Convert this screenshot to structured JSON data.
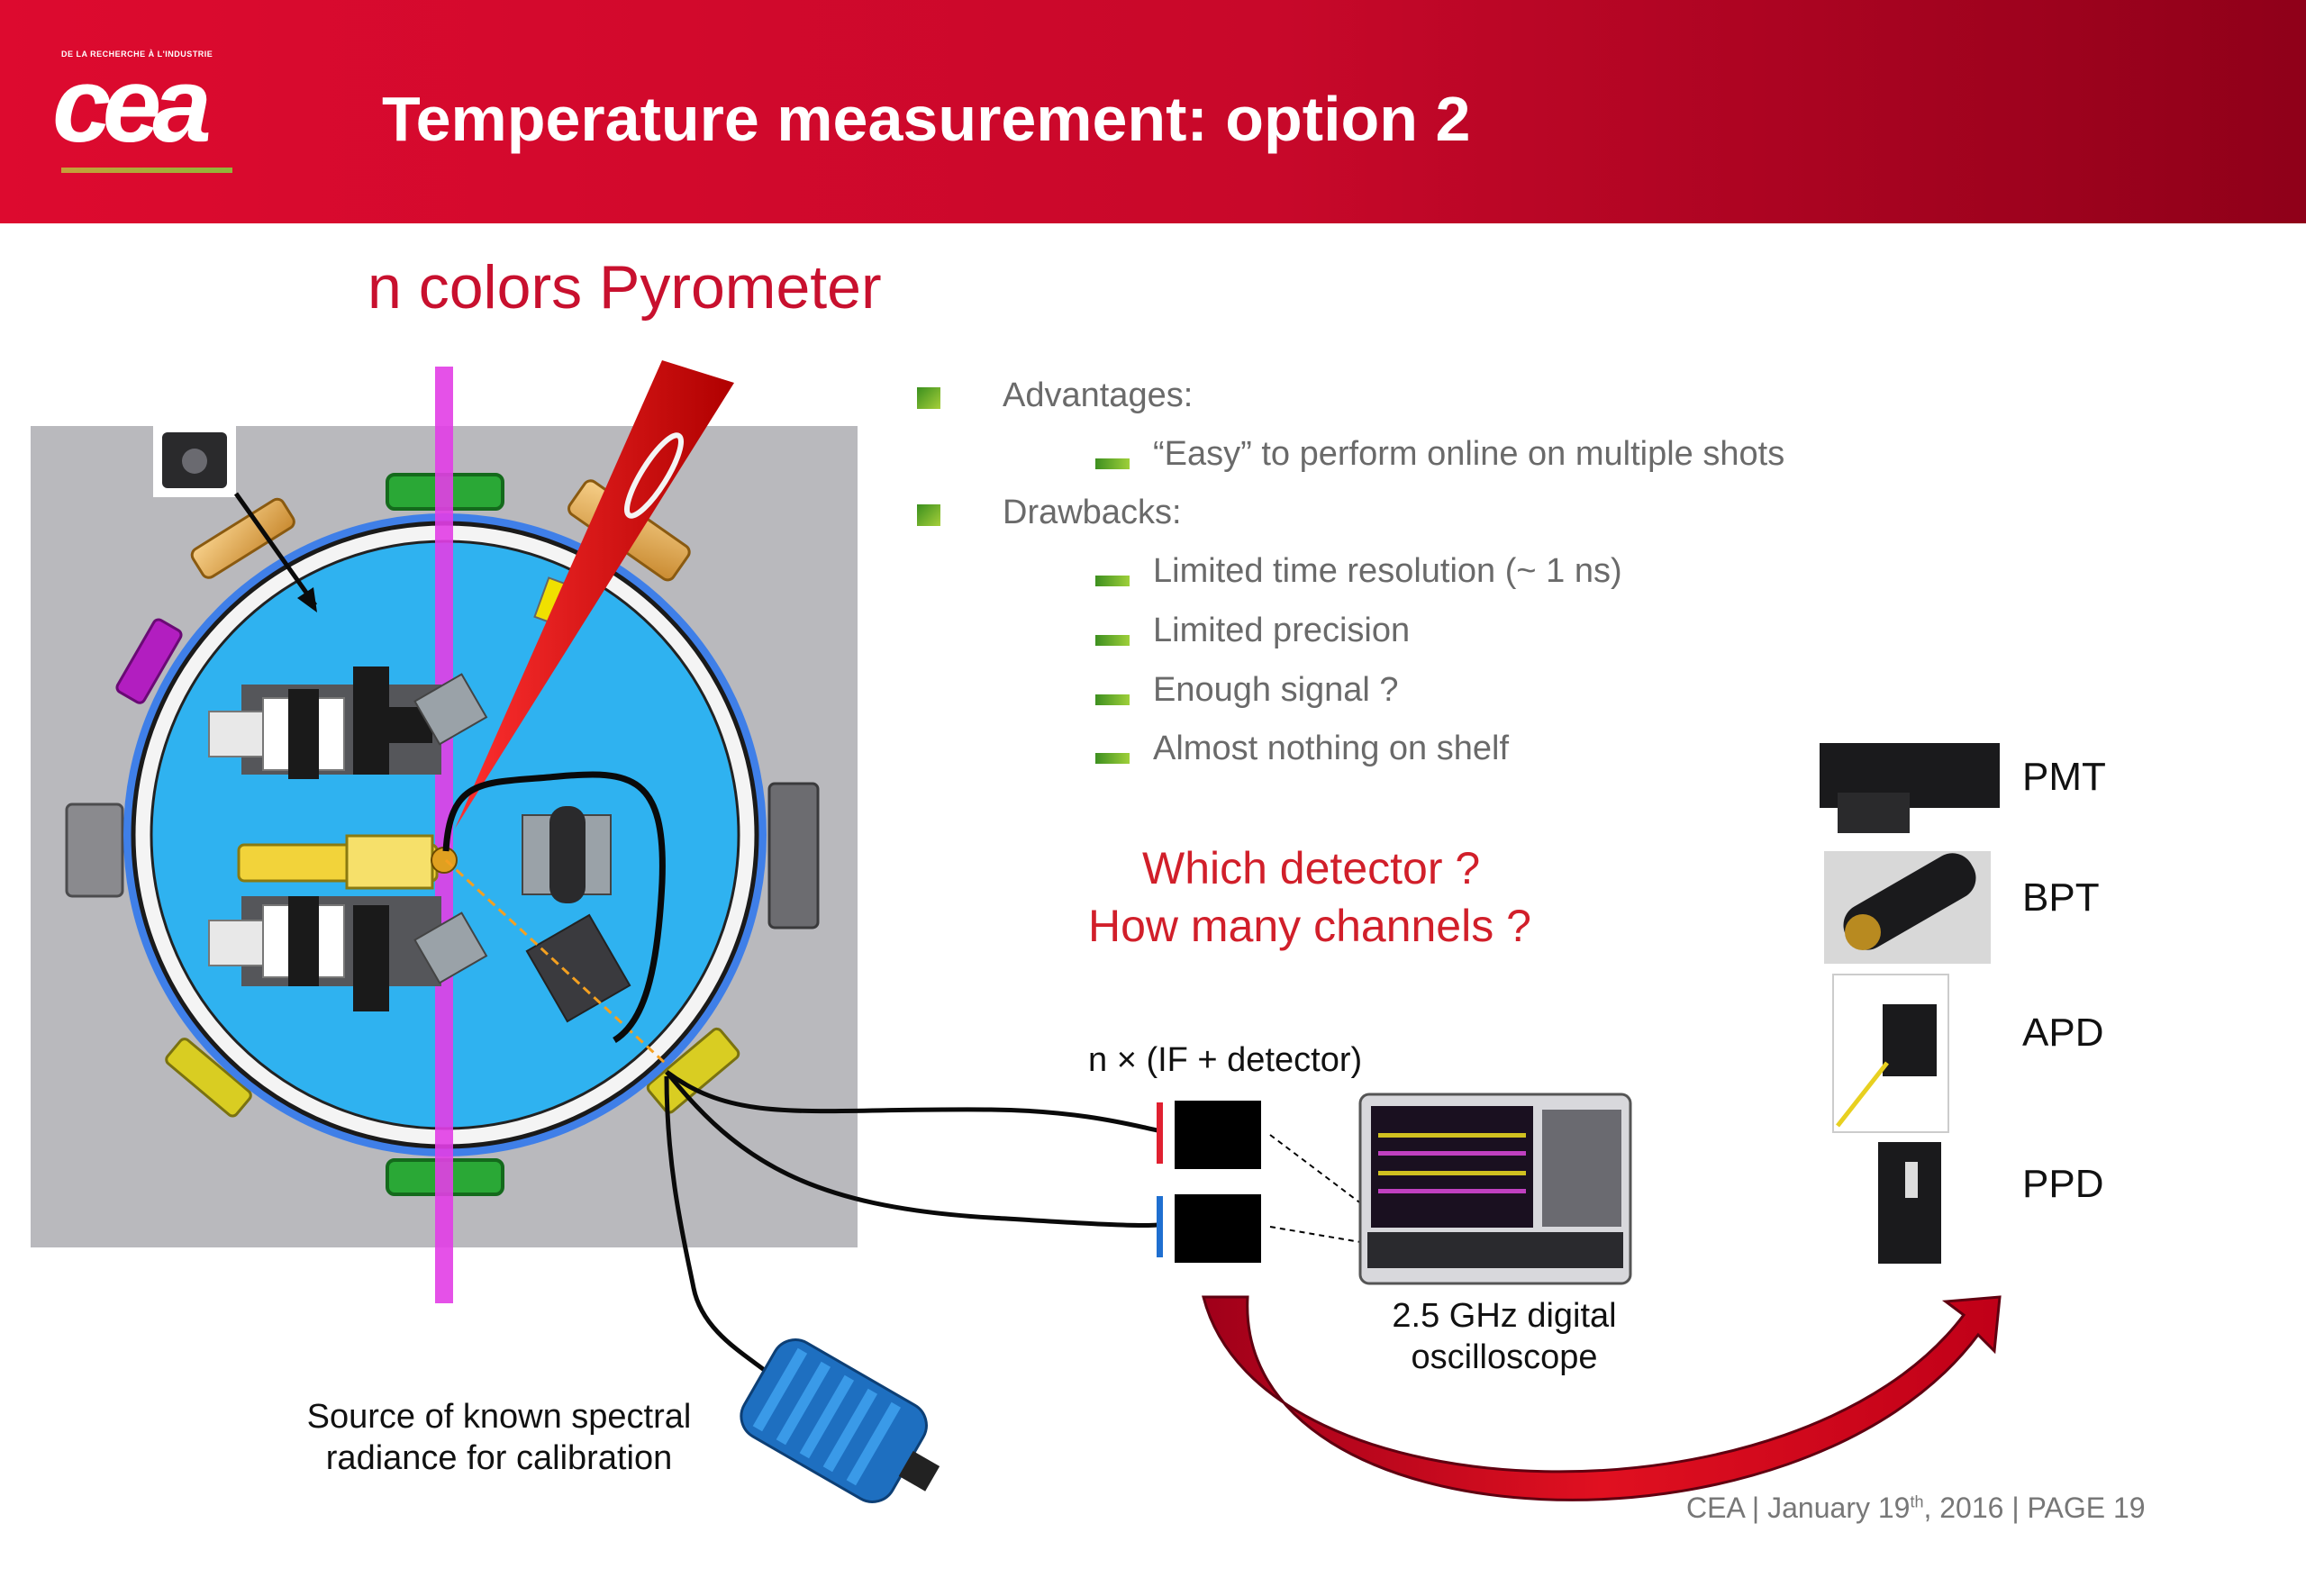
{
  "header": {
    "logo_tagline": "DE LA RECHERCHE À L'INDUSTRIE",
    "logo_text": "cea",
    "title": "Temperature measurement: option 2"
  },
  "subtitle": "n colors Pyrometer",
  "bullets": {
    "advantages_label": "Advantages:",
    "advantages": [
      "“Easy” to perform online on multiple shots"
    ],
    "drawbacks_label": "Drawbacks:",
    "drawbacks": [
      "Limited time resolution (~ 1 ns)",
      "Limited precision",
      "Enough signal ?",
      "Almost nothing on shelf"
    ]
  },
  "questions": {
    "line1": "Which detector ?",
    "line2": "How many channels ?"
  },
  "labels": {
    "channels": "n × (IF + detector)",
    "oscilloscope_line1": "2.5 GHz digital",
    "oscilloscope_line2": "oscilloscope",
    "source_line1": "Source of known spectral",
    "source_line2": "radiance for calibration"
  },
  "detectors": [
    "PMT",
    "BPT",
    "APD",
    "PPD"
  ],
  "footer": {
    "org": "CEA",
    "date_prefix": "January 19",
    "date_sup": "th",
    "date_suffix": ", 2016",
    "page": "PAGE 19"
  },
  "colors": {
    "brand_red": "#dd0a2f",
    "question_red": "#d11f2a",
    "chamber_blue": "#2fb2f0",
    "bullet_green": "#6cb52d"
  }
}
